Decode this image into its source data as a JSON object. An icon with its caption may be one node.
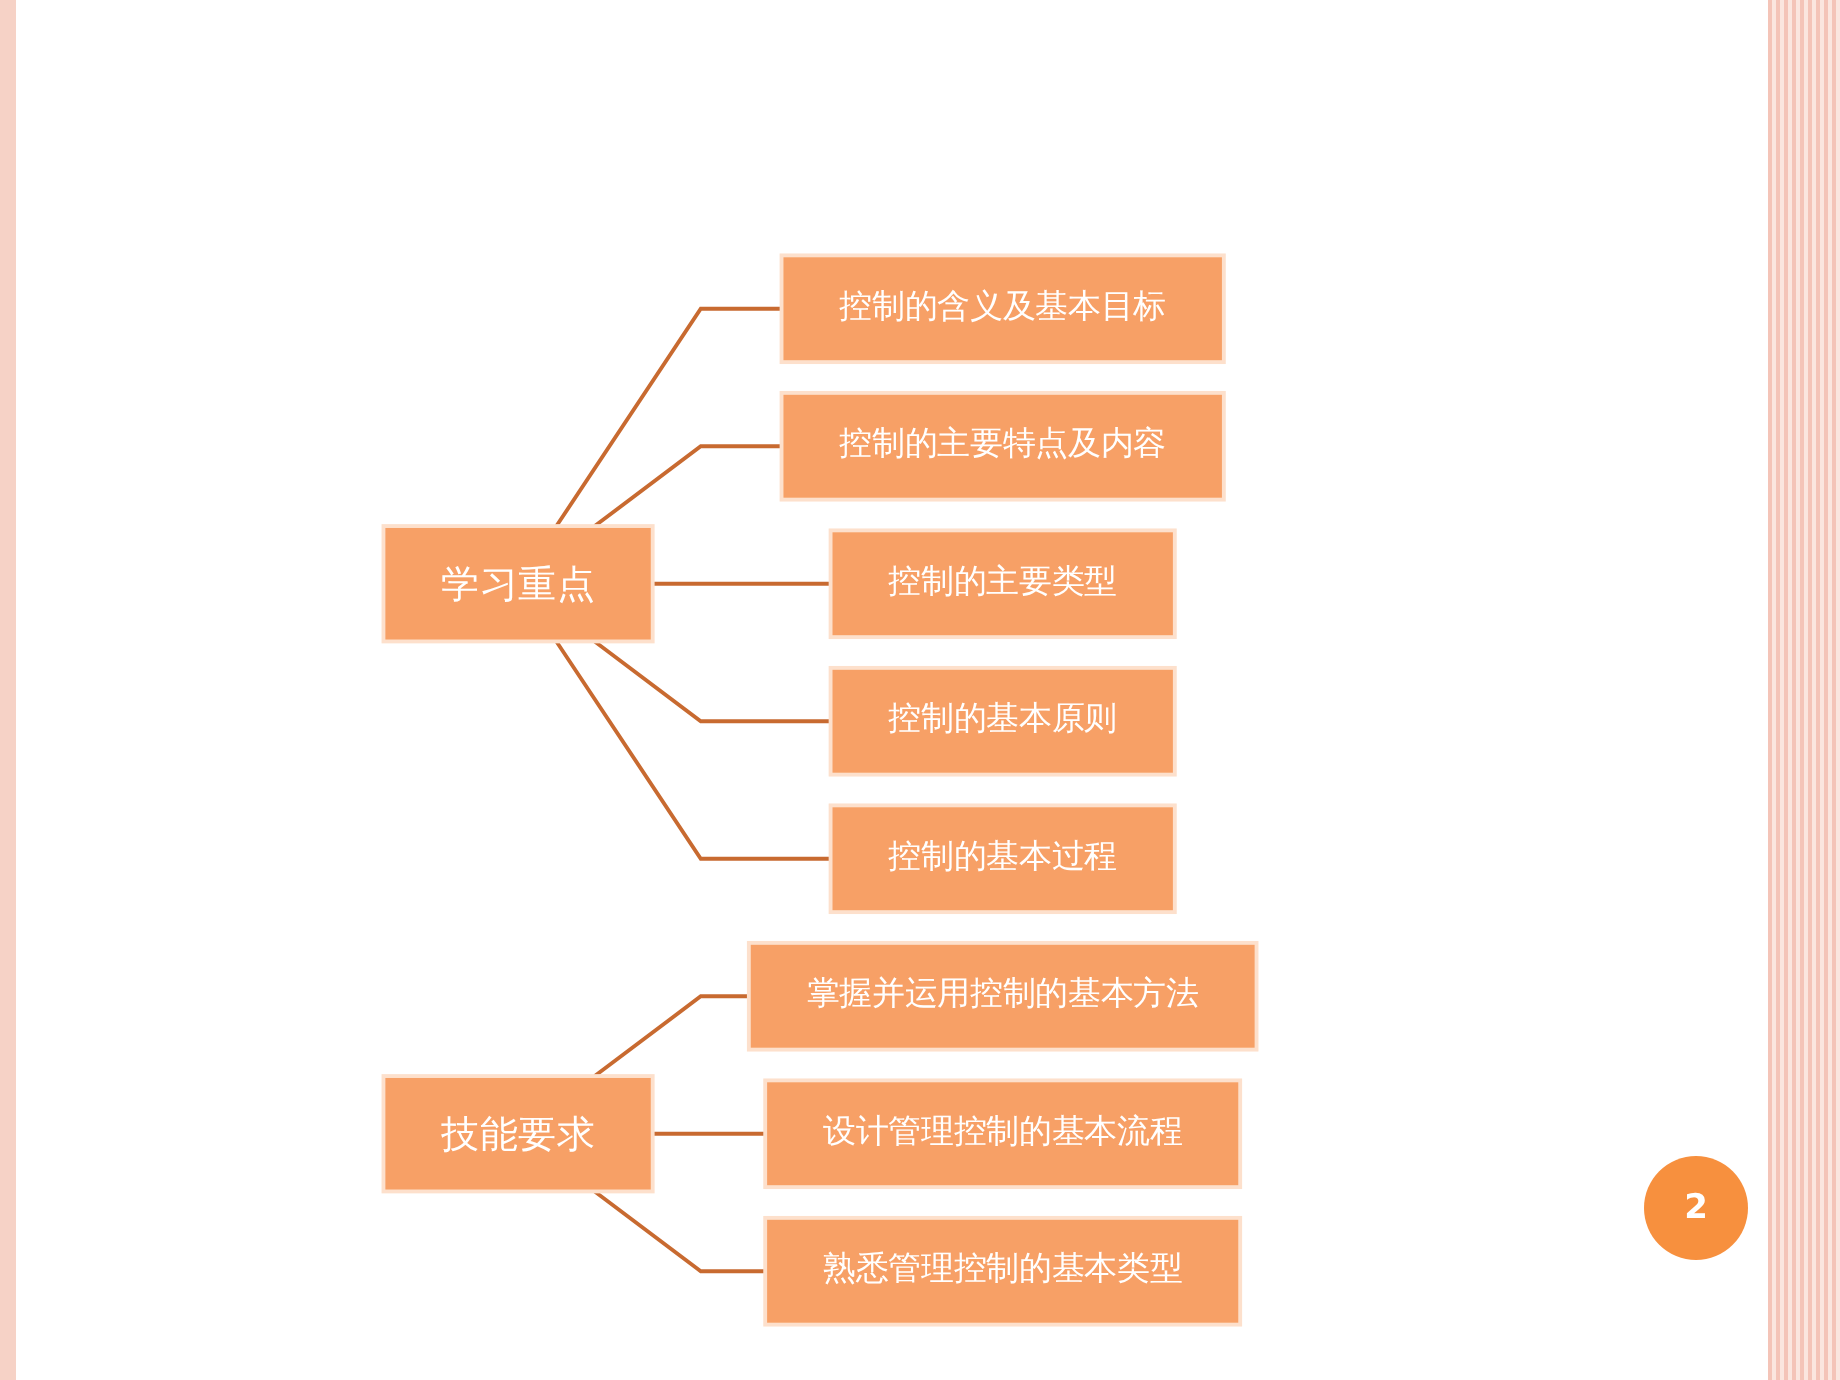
{
  "diagram": {
    "nodes": [
      {
        "text": [
          "学习重点"
        ]
      },
      {
        "text": [
          "控制的含义及基本目标"
        ]
      },
      {
        "text": [
          "控制的主要特点及内容"
        ]
      },
      {
        "text": [
          "控制的主要类型"
        ]
      },
      {
        "text": [
          "控制的基本原则"
        ]
      },
      {
        "text": [
          "控制的基本过程"
        ]
      },
      {
        "text": [
          "技能要求"
        ]
      },
      {
        "text": [
          "掌握并运用控制的基本方法"
        ]
      },
      {
        "text": [
          "设计管理控制的基本流程"
        ]
      },
      {
        "text": [
          "熟悉管理控制的基本类型"
        ]
      }
    ],
    "edges": [
      {
        "from": 0,
        "to": 1,
        "arrow": "none"
      },
      {
        "from": 0,
        "to": 2,
        "arrow": "none"
      },
      {
        "from": 0,
        "to": 3,
        "arrow": "none"
      },
      {
        "from": 0,
        "to": 4,
        "arrow": "none"
      },
      {
        "from": 0,
        "to": 5,
        "arrow": "none"
      },
      {
        "from": 6,
        "to": 7,
        "arrow": "none"
      },
      {
        "from": 6,
        "to": 8,
        "arrow": "none"
      },
      {
        "from": 6,
        "to": 9,
        "arrow": "none"
      }
    ],
    "labels": [
      "2"
    ]
  }
}
